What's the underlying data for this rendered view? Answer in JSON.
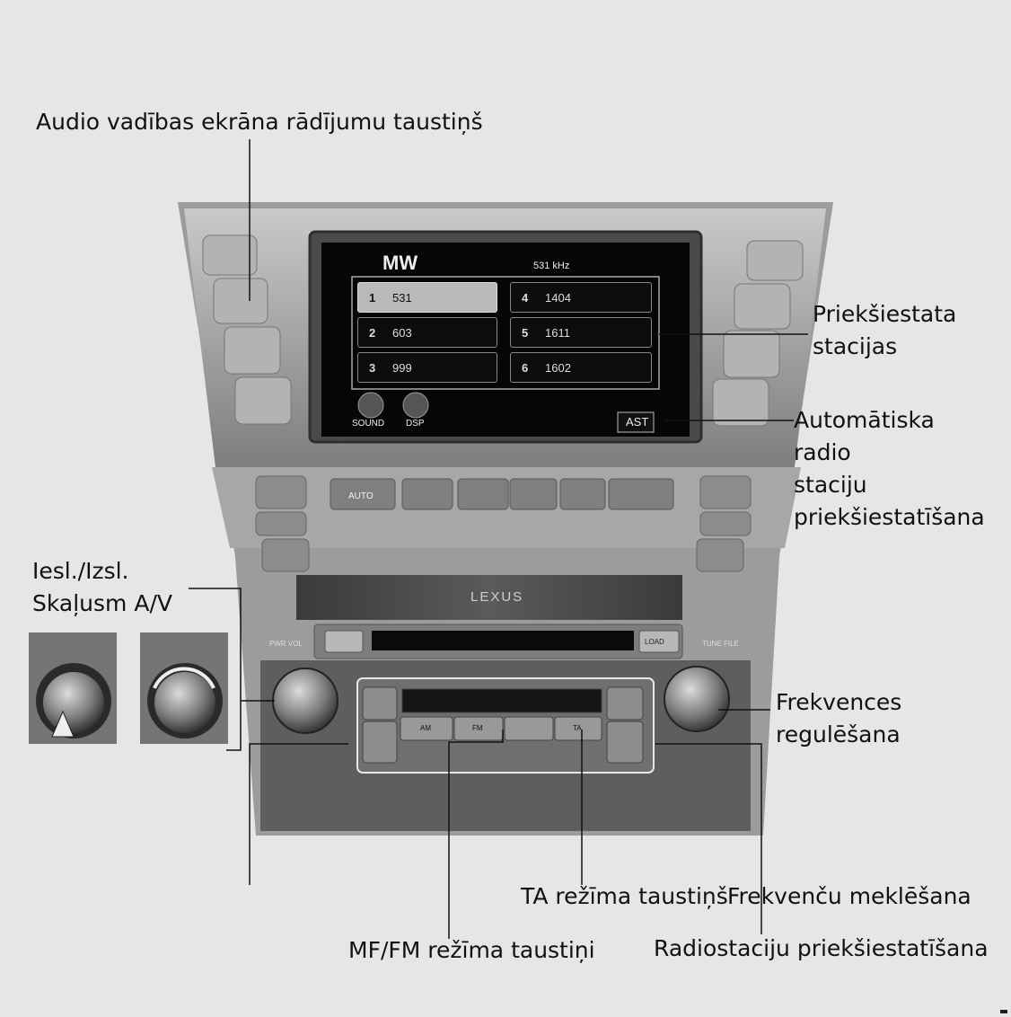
{
  "labels": {
    "audio_screen_button": "Audio vadības ekrāna rādījumu taustiņš",
    "preset_stations_l1": "Priekšiestata",
    "preset_stations_l2": "stacijas",
    "auto_preset_l1": "Automātiska",
    "auto_preset_l2": "radio",
    "auto_preset_l3": "staciju",
    "auto_preset_l4": "priekšiestatīšana",
    "power_volume_l1": "Iesl./Izsl.",
    "power_volume_l2": "Skaļusm A/V",
    "frequency_tuning_l1": "Frekvences",
    "frequency_tuning_l2": "regulēšana",
    "ta_mode_button": "TA režīma taustiņš",
    "frequency_seek": "Frekvenču meklēšana",
    "mf_fm_buttons": "MF/FM režīma taustiņi",
    "radio_preset": "Radiostaciju priekšiestatīšana"
  },
  "screen": {
    "band": "MW",
    "frequency": "531",
    "presets": [
      {
        "num": "1",
        "freq": "531",
        "active": true
      },
      {
        "num": "4",
        "freq": "1404",
        "active": false
      },
      {
        "num": "2",
        "freq": "603",
        "active": false
      },
      {
        "num": "5",
        "freq": "1611",
        "active": false
      },
      {
        "num": "3",
        "freq": "999",
        "active": false
      },
      {
        "num": "6",
        "freq": "1602",
        "active": false
      }
    ],
    "sound_label": "SOUND",
    "dsp_label": "DSP",
    "ast_label": "AST"
  },
  "console": {
    "brand": "LEXUS",
    "climate_auto": "AUTO",
    "pwr_vol": "PWR VOL",
    "tune_file": "TUNE FILE",
    "load": "LOAD",
    "am": "AM",
    "fm": "FM",
    "ta": "TA"
  },
  "colors": {
    "background": "#e6e6e6",
    "bezel": "#8a8a8a",
    "screen": "#060606"
  }
}
